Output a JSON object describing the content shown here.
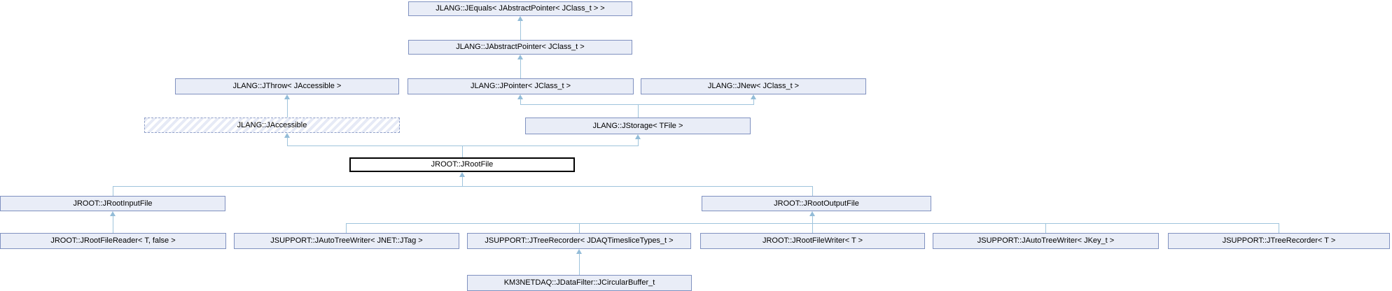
{
  "diagram": {
    "type": "class-inheritance-graph",
    "current_class": "JROOT::JRootFile",
    "nodes": {
      "jequals": {
        "label": "JLANG::JEquals< JAbstractPointer< JClass_t > >",
        "style": "default"
      },
      "jabstractpointer": {
        "label": "JLANG::JAbstractPointer< JClass_t >",
        "style": "default"
      },
      "jthrow": {
        "label": "JLANG::JThrow< JAccessible >",
        "style": "default"
      },
      "jpointer": {
        "label": "JLANG::JPointer< JClass_t >",
        "style": "default"
      },
      "jnew": {
        "label": "JLANG::JNew< JClass_t >",
        "style": "default"
      },
      "jaccessible": {
        "label": "JLANG::JAccessible",
        "style": "dashed-hatched"
      },
      "jstorage": {
        "label": "JLANG::JStorage< TFile >",
        "style": "default"
      },
      "jrootfile": {
        "label": "JROOT::JRootFile",
        "style": "current"
      },
      "jrootinputfile": {
        "label": "JROOT::JRootInputFile",
        "style": "default"
      },
      "jrootoutputfile": {
        "label": "JROOT::JRootOutputFile",
        "style": "default"
      },
      "jrootfilereader": {
        "label": "JROOT::JRootFileReader< T, false >",
        "style": "default"
      },
      "jautotreewriter_jtag": {
        "label": "JSUPPORT::JAutoTreeWriter< JNET::JTag >",
        "style": "default"
      },
      "jtreerecorder_jdaq": {
        "label": "JSUPPORT::JTreeRecorder< JDAQTimesliceTypes_t >",
        "style": "default"
      },
      "jrootfilewriter": {
        "label": "JROOT::JRootFileWriter< T >",
        "style": "default"
      },
      "jautotreewriter_jkey": {
        "label": "JSUPPORT::JAutoTreeWriter< JKey_t >",
        "style": "default"
      },
      "jtreerecorder_t": {
        "label": "JSUPPORT::JTreeRecorder< T >",
        "style": "default"
      },
      "jcircularbuffer": {
        "label": "KM3NETDAQ::JDataFilter::JCircularBuffer_t",
        "style": "default"
      }
    },
    "edges": [
      {
        "from": "jabstractpointer",
        "to": "jequals"
      },
      {
        "from": "jpointer",
        "to": "jabstractpointer"
      },
      {
        "from": "jaccessible",
        "to": "jthrow"
      },
      {
        "from": "jstorage",
        "to": "jpointer"
      },
      {
        "from": "jstorage",
        "to": "jnew"
      },
      {
        "from": "jrootfile",
        "to": "jaccessible"
      },
      {
        "from": "jrootfile",
        "to": "jstorage"
      },
      {
        "from": "jrootinputfile",
        "to": "jrootfile"
      },
      {
        "from": "jrootoutputfile",
        "to": "jrootfile"
      },
      {
        "from": "jrootfilereader",
        "to": "jrootinputfile"
      },
      {
        "from": "jautotreewriter_jtag",
        "to": "jrootoutputfile"
      },
      {
        "from": "jtreerecorder_jdaq",
        "to": "jrootoutputfile"
      },
      {
        "from": "jrootfilewriter",
        "to": "jrootoutputfile"
      },
      {
        "from": "jautotreewriter_jkey",
        "to": "jrootoutputfile"
      },
      {
        "from": "jtreerecorder_t",
        "to": "jrootoutputfile"
      },
      {
        "from": "jcircularbuffer",
        "to": "jtreerecorder_jdaq"
      }
    ],
    "colors": {
      "node_fill": "#e9edf7",
      "node_border": "#8091c0",
      "current_node_fill": "#ffffff",
      "current_node_border": "#000000",
      "dashed_node_hatch": "#e6eaf6",
      "edge_line": "#9fc4dc",
      "arrowhead": "#93bcd8",
      "text": "#000000",
      "background": "#ffffff"
    }
  }
}
